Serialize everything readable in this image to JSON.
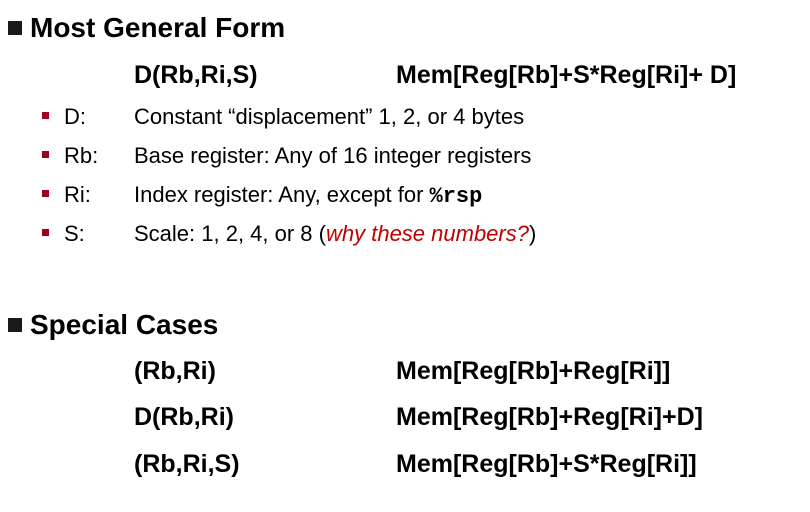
{
  "sections": {
    "general": {
      "heading": "Most General Form",
      "form": "D(Rb,Ri,S)",
      "expr": "Mem[Reg[Rb]+S*Reg[Ri]+ D]",
      "items": [
        {
          "term": "D:",
          "desc": "Constant “displacement” 1, 2, or 4 bytes"
        },
        {
          "term": "Rb:",
          "desc": "Base register: Any of 16 integer registers"
        },
        {
          "term": "Ri:",
          "desc": "Index register: Any, except for ",
          "code": "%rsp"
        },
        {
          "term": "S:",
          "desc": "Scale: 1, 2, 4, or 8 (",
          "emphasis": "why these numbers?",
          "tail": ")"
        }
      ]
    },
    "special": {
      "heading": "Special Cases",
      "rows": [
        {
          "form": "(Rb,Ri)",
          "expr": "Mem[Reg[Rb]+Reg[Ri]]"
        },
        {
          "form": "D(Rb,Ri)",
          "expr": "Mem[Reg[Rb]+Reg[Ri]+D]"
        },
        {
          "form": "(Rb,Ri,S)",
          "expr": "Mem[Reg[Rb]+S*Reg[Ri]]"
        }
      ]
    }
  },
  "colors": {
    "bullet": "#a00020",
    "emphasis": "#c00000",
    "heading_square": "#1a1a1a"
  }
}
